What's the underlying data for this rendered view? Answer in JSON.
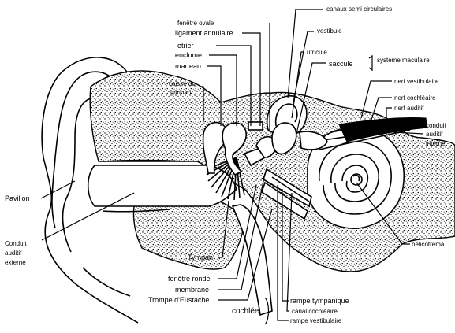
{
  "labels": {
    "fenetre_ovale": "fenêtre ovale",
    "ligament_annulaire": "ligament annulaire",
    "etrier": "etrier",
    "enclume": "enclume",
    "marteau": "marteau",
    "caisse_du": "caisse du",
    "tympan_caisse": "tympan",
    "canaux": "canaux semi circulaires",
    "vestibule": "vestibule",
    "utricule": "utricule",
    "saccule": "saccule",
    "systeme": "système maculaire",
    "nerf_vestibulaire": "nerf vestibulaire",
    "nerf_cochleaire": "nerf cochléaire",
    "nerf_auditif": "nerf auditif",
    "conduit_int_1": "conduit",
    "conduit_int_2": "auditif",
    "conduit_int_3": "interne",
    "pavillon": "Pavillon",
    "conduit_ext_1": "Conduit",
    "conduit_ext_2": "auditif",
    "conduit_ext_3": "externe",
    "helicotrema": "hélicotréma",
    "tympan": "Tympan",
    "fenetre_ronde": "fenêtre ronde",
    "membrane": "membrane",
    "trompe": "Trompe d'Eustache",
    "cochlee": "cochlée",
    "rampe_tympanique": "rampe tympanique",
    "canal_cochleaire": "canal cochléaire",
    "rampe_vestibulaire": "rampe vestibulaire"
  }
}
